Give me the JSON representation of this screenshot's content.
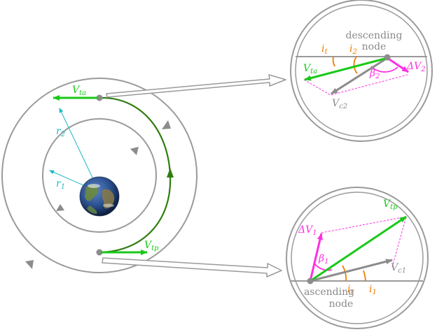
{
  "colors": {
    "orbit": "#9a9a9a",
    "transfer": "#2f7d10",
    "velocity": "#19c919",
    "radius": "#1fb7c8",
    "delta_v": "#ff2fe0",
    "inclination": "#f07d00",
    "node_text": "#8a8a8a",
    "earth_ocean": "#2d5a9c",
    "earth_land": "#6b8a3e"
  },
  "icons": {
    "earth": "earth-globe-icon",
    "detail_arrow": "hollow-arrow-icon"
  },
  "main": {
    "v_ta": {
      "base": "V",
      "sub": "ta"
    },
    "v_tp": {
      "base": "V",
      "sub": "tp"
    },
    "r1": {
      "base": "r",
      "sub": "1"
    },
    "r2": {
      "base": "r",
      "sub": "2"
    }
  },
  "descending_inset": {
    "node_label_line1": "descending",
    "node_label_line2": "node",
    "v_ta": {
      "base": "V",
      "sub": "ta"
    },
    "v_c2": {
      "base": "V",
      "sub": "c2"
    },
    "delta_v2": {
      "base": "ΔV",
      "sub": "2"
    },
    "beta2": {
      "base": "β",
      "sub": "2"
    },
    "i_t": {
      "base": "i",
      "sub": "t"
    },
    "i_2": {
      "base": "i",
      "sub": "2"
    }
  },
  "ascending_inset": {
    "node_label_line1": "ascending",
    "node_label_line2": "node",
    "v_tp": {
      "base": "V",
      "sub": "tp"
    },
    "v_c1": {
      "base": "V",
      "sub": "c1"
    },
    "delta_v1": {
      "base": "ΔV",
      "sub": "1"
    },
    "beta1": {
      "base": "β",
      "sub": "1"
    },
    "i_t": {
      "base": "i",
      "sub": "t"
    },
    "i_1": {
      "base": "i",
      "sub": "1"
    }
  }
}
